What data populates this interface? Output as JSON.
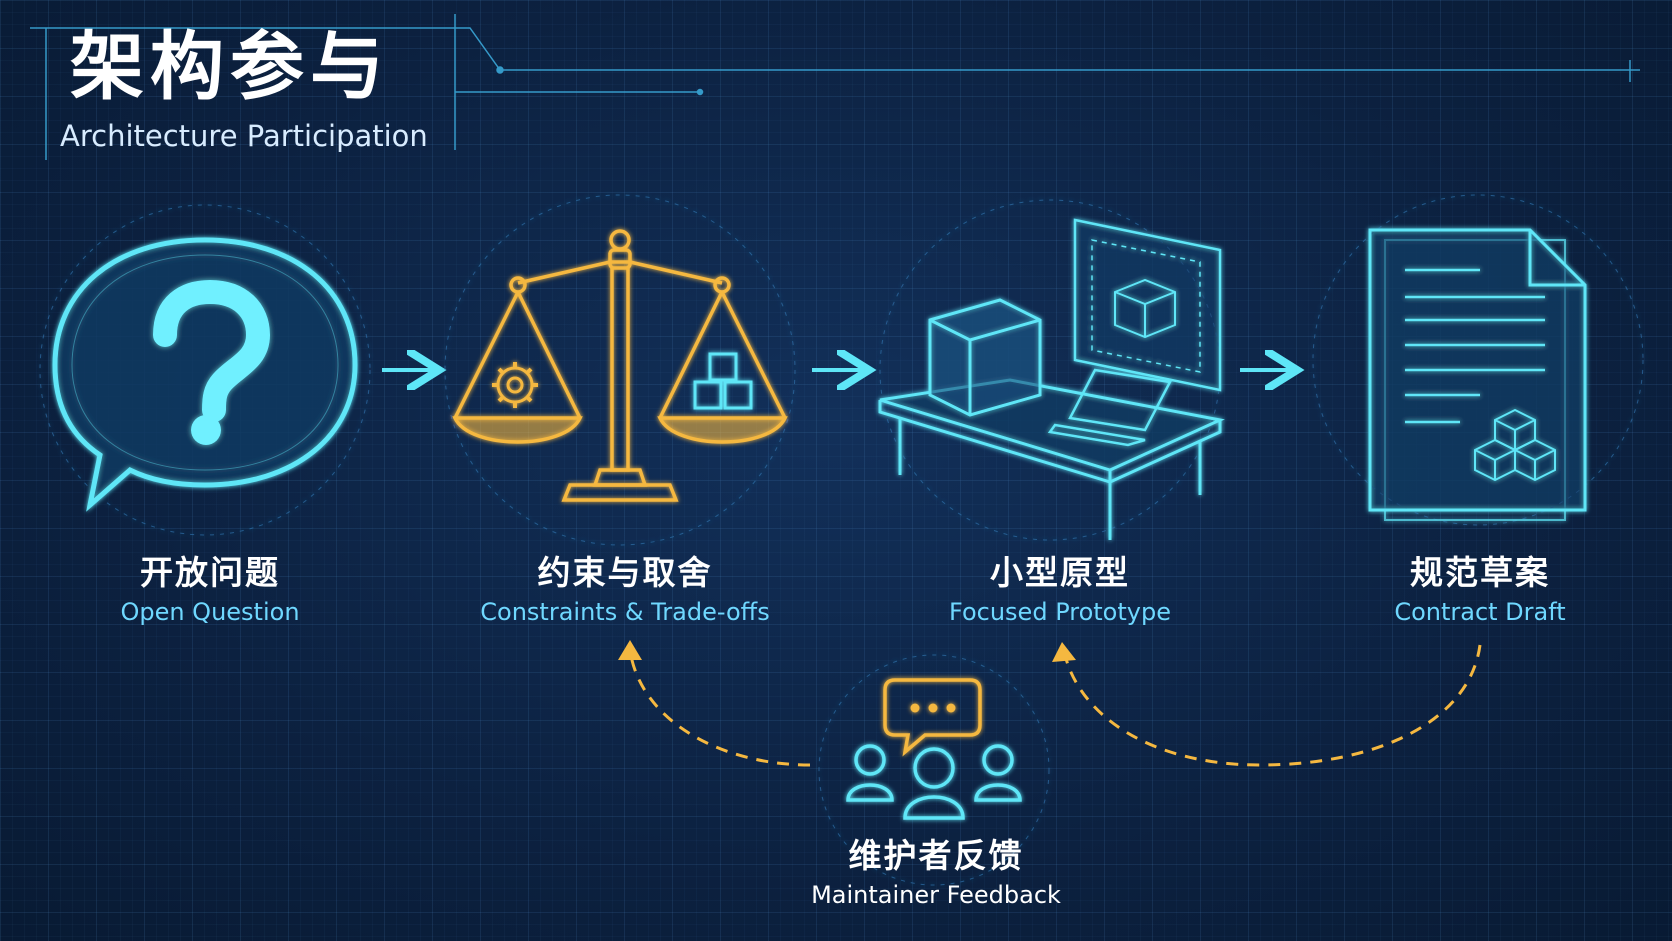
{
  "header": {
    "title_zh": "架构参与",
    "title_en": "Architecture Participation"
  },
  "stages": [
    {
      "zh": "开放问题",
      "en": "Open Question",
      "icon": "question-bubble-icon"
    },
    {
      "zh": "约束与取舍",
      "en": "Constraints & Trade-offs",
      "icon": "balance-scale-icon"
    },
    {
      "zh": "小型原型",
      "en": "Focused Prototype",
      "icon": "prototype-desk-icon"
    },
    {
      "zh": "规范草案",
      "en": "Contract Draft",
      "icon": "document-draft-icon"
    }
  ],
  "feedback": {
    "zh": "维护者反馈",
    "en": "Maintainer Feedback",
    "icon": "maintainers-feedback-icon"
  },
  "colors": {
    "background": "#0c2140",
    "cyan": "#5ee6f7",
    "gold": "#f5b840",
    "text": "#ffffff",
    "subtext": "#6fd8ff"
  }
}
